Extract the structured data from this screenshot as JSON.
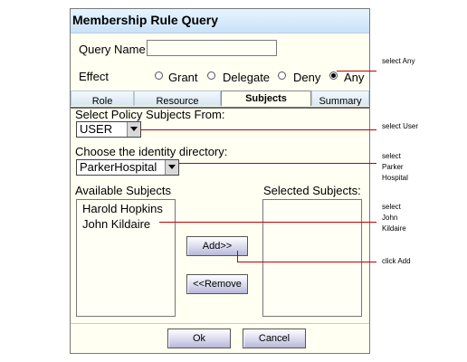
{
  "dialog": {
    "title": "Membership Rule Query",
    "query_name_label": "Query Name",
    "query_name_value": "",
    "effect_label": "Effect",
    "effect_options": [
      {
        "label": "Grant",
        "checked": false
      },
      {
        "label": "Delegate",
        "checked": false
      },
      {
        "label": "Deny",
        "checked": false
      },
      {
        "label": "Any",
        "checked": true
      }
    ],
    "tabs": [
      {
        "label": "Role",
        "active": false
      },
      {
        "label": "Resource",
        "active": false
      },
      {
        "label": "Subjects",
        "active": true
      },
      {
        "label": "Summary",
        "active": false
      }
    ],
    "policy_subjects_label": "Select Policy Subjects From:",
    "policy_subjects_value": "USER",
    "identity_dir_label": "Choose the identity directory:",
    "identity_dir_value": "ParkerHospital",
    "available_label": "Available Subjects",
    "selected_label": "Selected Subjects:",
    "available_items": [
      "Harold Hopkins",
      "John Kildaire"
    ],
    "selected_items": [],
    "add_label": "Add>>",
    "remove_label": "<<Remove",
    "ok_label": "Ok",
    "cancel_label": "Cancel"
  },
  "callouts": {
    "any": "select Any",
    "user": "select User",
    "parker": [
      "select",
      "Parker",
      "Hospital"
    ],
    "john": [
      "select",
      "John",
      "Kildaire"
    ],
    "add": "click Add"
  },
  "colors": {
    "callout_line": "#c00000",
    "title_bar": "#c9e2f6",
    "dialog_bg": "#fffff2"
  }
}
